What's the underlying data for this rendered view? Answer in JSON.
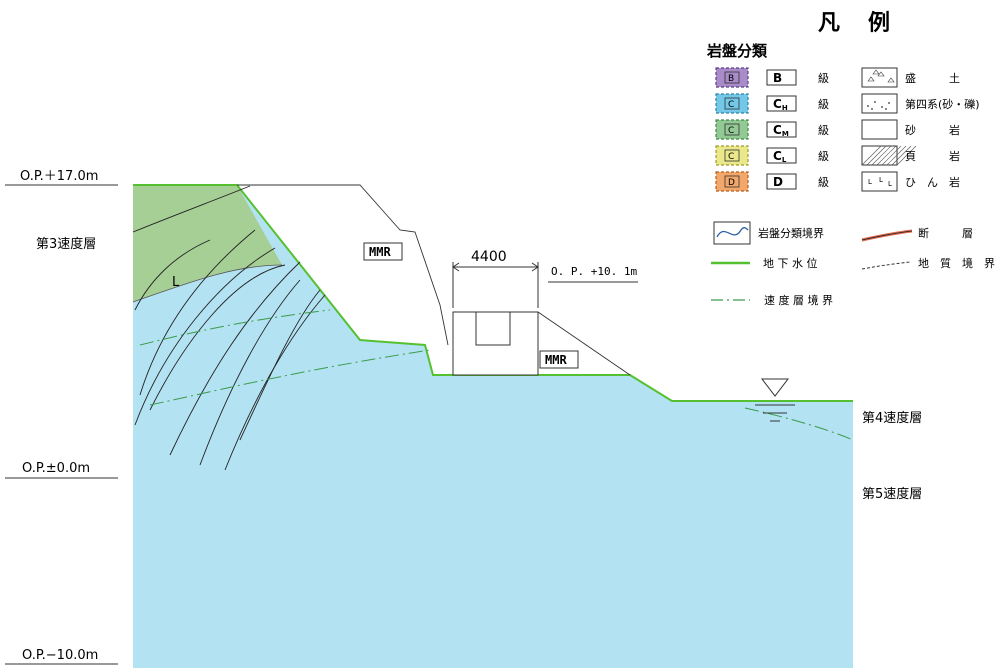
{
  "levels": {
    "top": "O.P.＋17.0m",
    "zero": "O.P.±0.0m",
    "bottom": "O.P.−10.0m"
  },
  "velocity_layers": {
    "layer3": "第3速度層",
    "layer4": "第4速度層",
    "layer5": "第5速度層"
  },
  "section": {
    "mmr_left": "MMR",
    "mmr_right": "MMR",
    "width_dimension": "4400",
    "structure_elevation": "O. P. +10. 1m",
    "rock_mark": "L"
  },
  "legend": {
    "title": "凡例",
    "rock_class_heading": "岩盤分類",
    "grade_suffix": "級",
    "rock_classes": [
      {
        "sym": "B",
        "color": "#a88bc8",
        "border": "#5a3f86"
      },
      {
        "sym": "CH",
        "color": "#73c8e8",
        "border": "#2f82a8"
      },
      {
        "sym": "CM",
        "color": "#93c995",
        "border": "#3f8a45"
      },
      {
        "sym": "CL",
        "color": "#eae88a",
        "border": "#9f9b2c"
      },
      {
        "sym": "D",
        "color": "#f2a86a",
        "border": "#b65d1f"
      }
    ],
    "geology": [
      {
        "label": "盛　　　土"
      },
      {
        "label": "第四系(砂・礫)"
      },
      {
        "label": "砂　　　岩"
      },
      {
        "label": "頁　　　岩"
      },
      {
        "label": "ひ　ん　岩"
      }
    ],
    "lines_left": [
      {
        "label": "岩盤分類境界"
      },
      {
        "label": "地 下 水 位"
      },
      {
        "label": "速 度 層 境 界"
      }
    ],
    "lines_right": [
      {
        "label": "断　　　層"
      },
      {
        "label": "地　質　境　界"
      }
    ]
  },
  "colors": {
    "ch_fill": "#b3e3f3",
    "cm_fill": "#a6cf96",
    "groundwater": "#55c030",
    "velocity_boundary": "#3c9a4a"
  }
}
